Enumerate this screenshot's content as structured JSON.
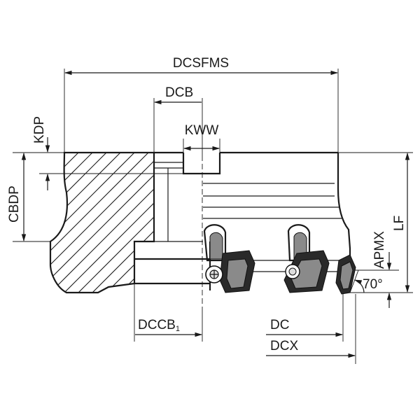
{
  "labels": {
    "dcsfms": "DCSFMS",
    "dcb": "DCB",
    "kww": "KWW",
    "kdp": "KDP",
    "cbdp": "CBDP",
    "lf": "LF",
    "apmx": "APMX",
    "angle": "70°",
    "dccb": "DCCB",
    "dccb_sub": "1",
    "dc": "DC",
    "dcx": "DCX"
  },
  "colors": {
    "line": "#1a1a1a",
    "insert_dark": "#2a2a2a",
    "insert_mid": "#8a8a8a",
    "background": "#ffffff"
  }
}
